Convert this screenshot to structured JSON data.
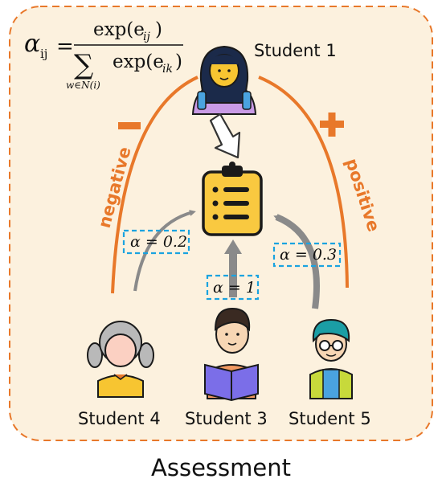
{
  "formula": {
    "lhs": "α",
    "lhs_sub": "ij",
    "eq": "=",
    "numerator": "exp(e",
    "numerator_sub": "ij",
    "numerator_close": ")",
    "sum": "∑",
    "sum_sub": "w∈N(i)",
    "denominator": "exp(e",
    "denominator_sub": "ik",
    "denominator_close": ")"
  },
  "students": {
    "s1": "Student 1",
    "s3": "Student 3",
    "s4": "Student 4",
    "s5": "Student 5"
  },
  "sides": {
    "negative": "negative",
    "positive": "positive",
    "minus": "−",
    "plus": "+"
  },
  "weights": {
    "w4": "α = 0.2",
    "w3": "α = 1",
    "w5": "α = 0.3"
  },
  "caption": "Assessment",
  "colors": {
    "panel": "#fcf1de",
    "border": "#e8782a",
    "accent": "#e8782a",
    "clipboard": "#f9c940",
    "box_border": "#1aa3e0",
    "arrow": "#8a8a8a"
  }
}
